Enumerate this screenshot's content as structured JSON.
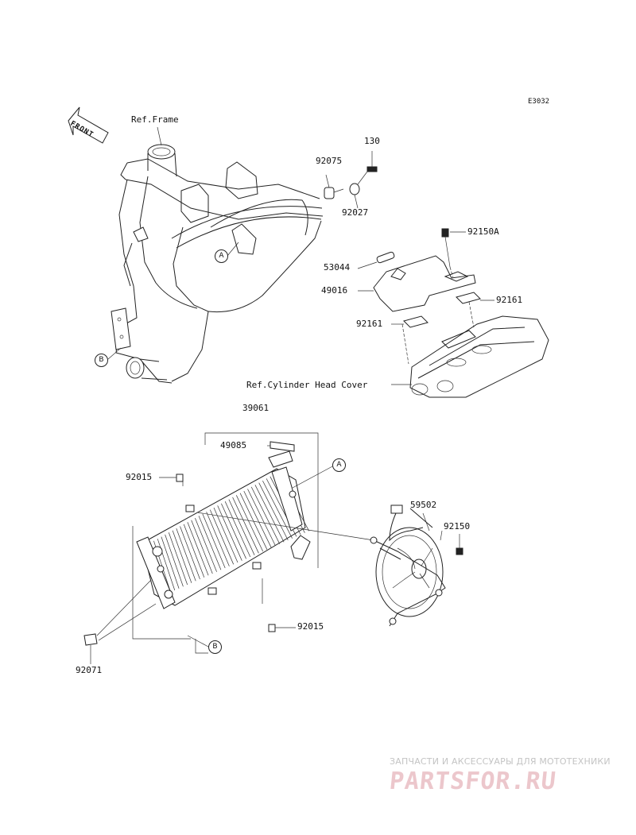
{
  "diagram_code": "E3032",
  "front_label": "FRONT",
  "references": {
    "frame": "Ref.Frame",
    "cylinder_head_cover": "Ref.Cylinder Head Cover"
  },
  "callouts": {
    "a": "A",
    "b": "B"
  },
  "parts": {
    "p130": "130",
    "p92075": "92075",
    "p92027": "92027",
    "p92150A": "92150A",
    "p53044": "53044",
    "p49016": "49016",
    "p92161_right": "92161",
    "p92161_left": "92161",
    "p39061": "39061",
    "p49085": "49085",
    "p92015_top": "92015",
    "p92015_bottom": "92015",
    "p59502": "59502",
    "p92150": "92150",
    "p92071": "92071"
  },
  "watermark": {
    "caption": "ЗАПЧАСТИ И АКСЕССУАРЫ ДЛЯ МОТОТЕХНИКИ",
    "logo": "PARTSFOR.RU"
  }
}
